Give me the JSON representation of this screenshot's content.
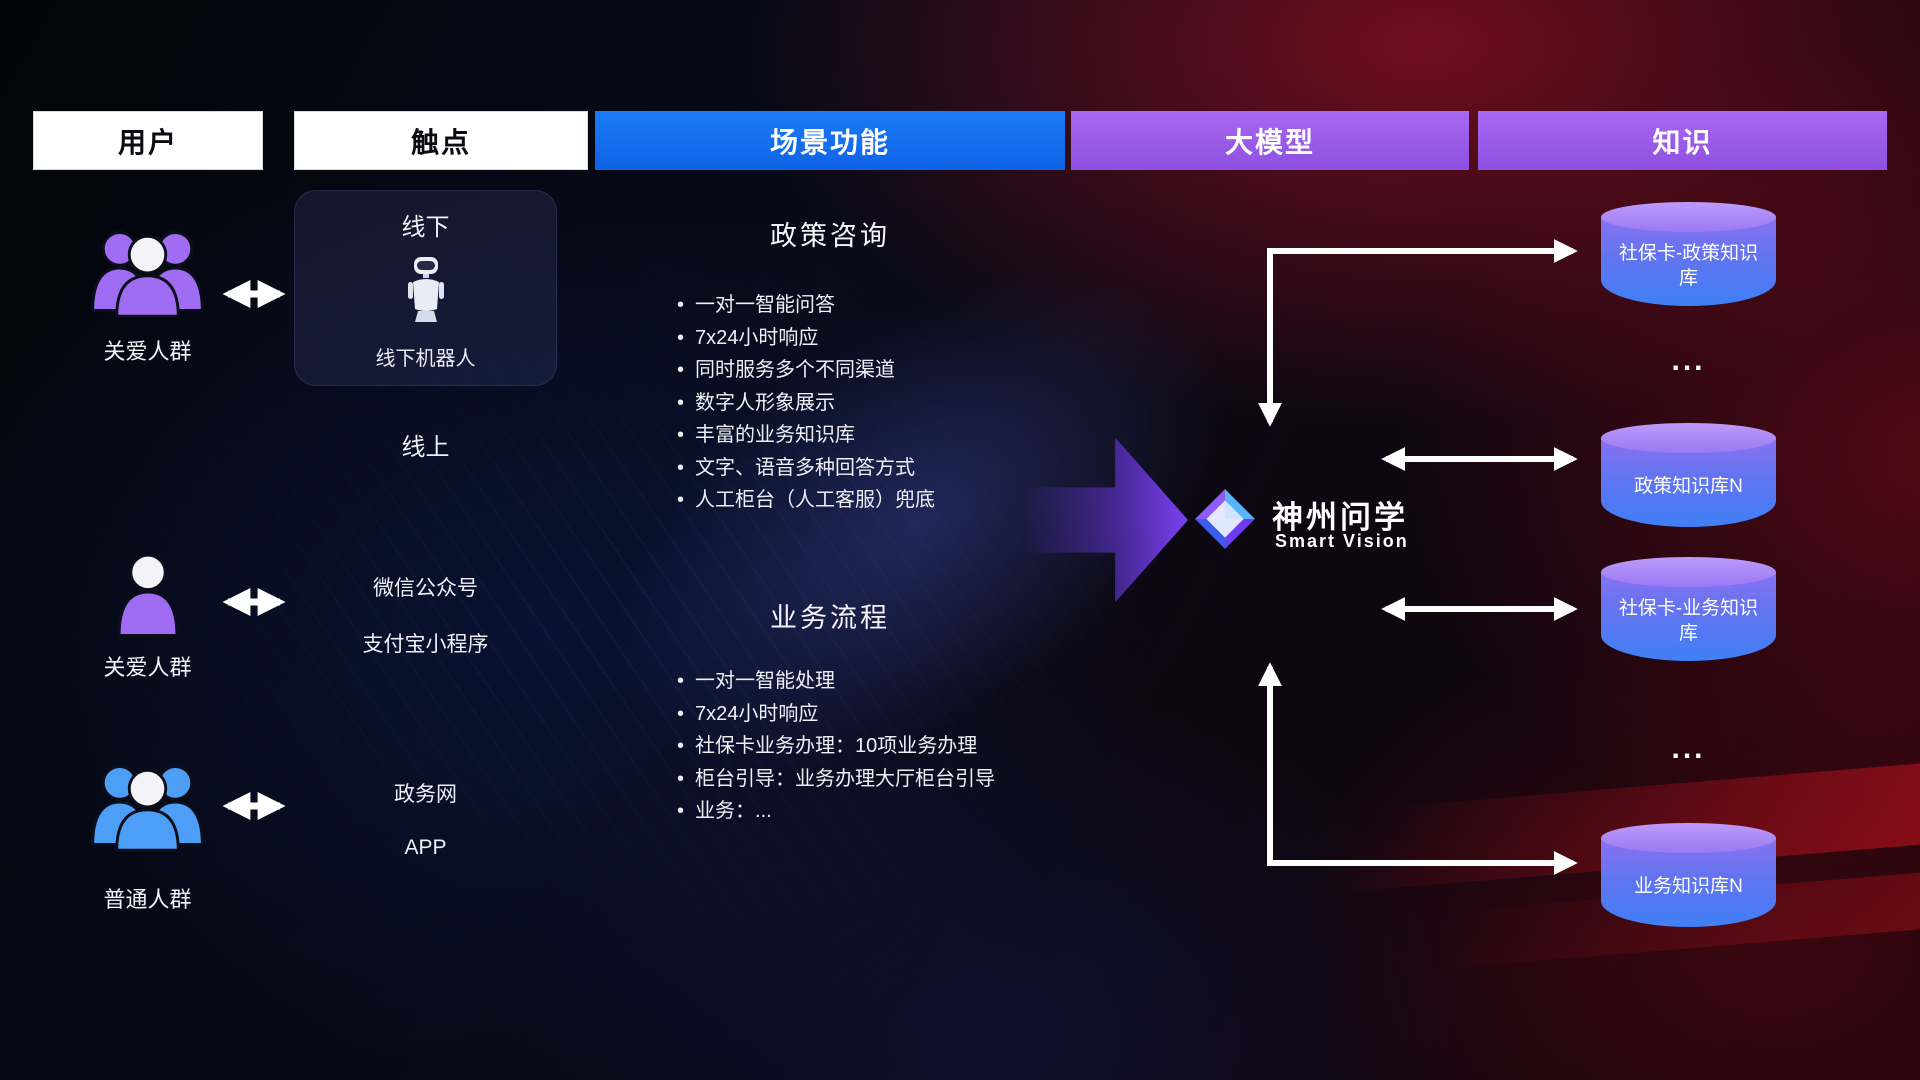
{
  "header": {
    "columns": [
      {
        "label": "用户"
      },
      {
        "label": "触点"
      },
      {
        "label": "场景功能"
      },
      {
        "label": "大模型"
      },
      {
        "label": "知识"
      }
    ]
  },
  "users": [
    {
      "label": "关爱人群",
      "icon": "group-users-purple"
    },
    {
      "label": "关爱人群",
      "icon": "single-user-purple"
    },
    {
      "label": "普通人群",
      "icon": "group-users-blue"
    }
  ],
  "touchpoints": {
    "offline_title": "线下",
    "offline_robot_label": "线下机器人",
    "online_title": "线上",
    "online_channels": [
      "微信公众号",
      "支付宝小程序"
    ],
    "gov_channels": [
      "政务网",
      "APP"
    ]
  },
  "scenes": [
    {
      "title": "政策咨询",
      "items": [
        "一对一智能问答",
        "7x24小时响应",
        "同时服务多个不同渠道",
        "数字人形象展示",
        "丰富的业务知识库",
        "文字、语音多种回答方式",
        "人工柜台（人工客服）兜底"
      ]
    },
    {
      "title": "业务流程",
      "items": [
        "一对一智能处理",
        "7x24小时响应",
        "社保卡业务办理：10项业务办理",
        "柜台引导：业务办理大厅柜台引导",
        "业务：..."
      ]
    }
  ],
  "model": {
    "name": "神州问学",
    "subtitle": "Smart Vision"
  },
  "knowledge": {
    "nodes": [
      {
        "label": "社保卡-政策知识库"
      },
      {
        "label": "政策知识库N"
      },
      {
        "label": "社保卡-业务知识库"
      },
      {
        "label": "业务知识库N"
      }
    ],
    "ellipsis": "..."
  },
  "colors": {
    "header_blue": "#1470f0",
    "header_purple": "#9b5ce8",
    "people_purple": "#9f6cf3",
    "people_blue": "#4d9ef7",
    "cylinder_top": "#bd9af9",
    "cylinder_bottom": "#3f80f6",
    "big_arrow_purple": "#7c40f4",
    "arrow_white": "#ffffff"
  }
}
